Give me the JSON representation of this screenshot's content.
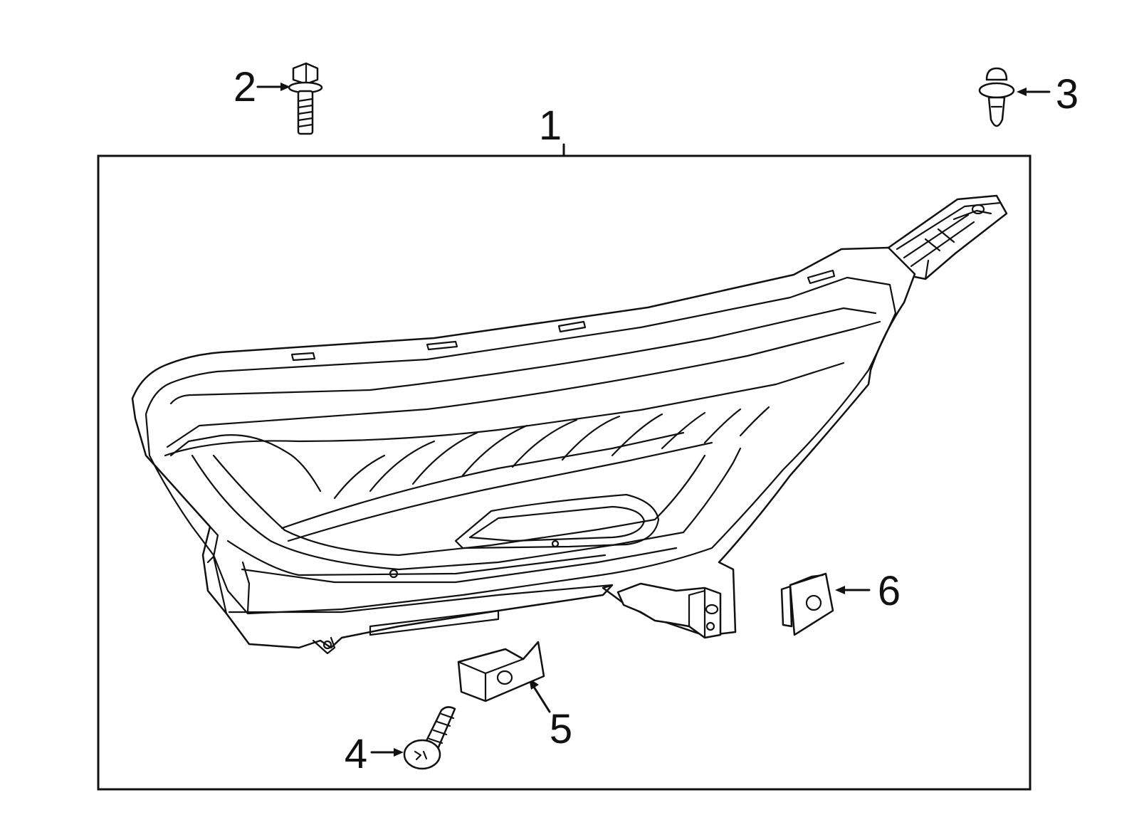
{
  "callouts": [
    {
      "id": "1",
      "text": "1",
      "part": "headlamp-assembly"
    },
    {
      "id": "2",
      "text": "2",
      "part": "bolt"
    },
    {
      "id": "3",
      "text": "3",
      "part": "push-clip"
    },
    {
      "id": "4",
      "text": "4",
      "part": "screw"
    },
    {
      "id": "5",
      "text": "5",
      "part": "bracket"
    },
    {
      "id": "6",
      "text": "6",
      "part": "u-nut"
    }
  ]
}
